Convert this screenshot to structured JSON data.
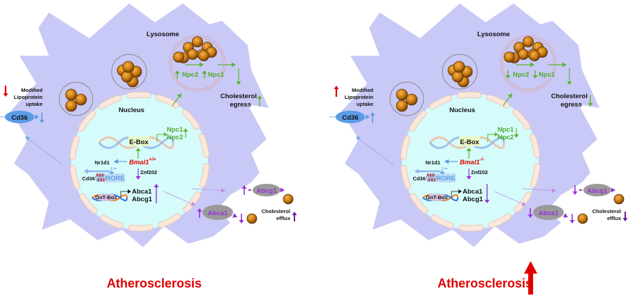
{
  "colors": {
    "cytoplasm": "#c9c9f7",
    "nucleus": "#d6fbfb",
    "envelope": "#fbe8dc",
    "lipid": "#c9780f",
    "green": "#5cb531",
    "purple": "#9b30d9",
    "blue": "#5b9be6",
    "red": "#e00000",
    "gray_oval": "#9a9a9a"
  },
  "panels": [
    {
      "id": "wildtype",
      "bmal1_label": "Bmal1",
      "bmal1_genotype": "+/+",
      "labels": {
        "lysosome": "Lysosome",
        "nucleus": "Nucleus",
        "npc2_lyso": "Npc2",
        "npc1_lyso": "Npc1",
        "cholesterol_egress_1": "Cholesterol",
        "cholesterol_egress_2": "egress",
        "modified": "Modified",
        "lipoprotein": "Lipoprotein",
        "uptake": "uptake",
        "cd36_membrane": "Cd36",
        "npc1_nuc": "Npc1",
        "npc2_nuc": "Npc2",
        "ebox": "E-Box",
        "nr1d1": "Nr1d1",
        "znf202": "Znf202",
        "cd36_nuc": "Cd36",
        "rore": "RORE",
        "gnt_box": "GnT-Box",
        "abca1_nuc": "Abca1",
        "abcg1_nuc": "Abcg1",
        "abcg1_membrane": "Abcg1",
        "abca1_membrane": "Abca1",
        "cholesterol_efflux_1": "Cholesterol",
        "cholesterol_efflux_2": "efflux"
      },
      "directions": {
        "lipoprotein_uptake": "down",
        "cd36_membrane": "down",
        "npc2_lyso": "up",
        "npc1_lyso": "up",
        "cholesterol_egress": "up",
        "npc_nuc": "up",
        "abc_nuc": "up",
        "abca1_membrane": "up",
        "abca1_after": "down",
        "abcg1_membrane": "up",
        "cholesterol_efflux": "up"
      },
      "outcome": {
        "label": "Atherosclerosis",
        "arrow": "none"
      }
    },
    {
      "id": "knockout",
      "bmal1_label": "Bmal1",
      "bmal1_genotype": "-/-",
      "labels": {
        "lysosome": "Lysosome",
        "nucleus": "Nucleus",
        "npc2_lyso": "Npc2",
        "npc1_lyso": "Npc1",
        "cholesterol_egress_1": "Cholesterol",
        "cholesterol_egress_2": "egress",
        "modified": "Modified",
        "lipoprotein": "Lipoprotein",
        "uptake": "uptake",
        "cd36_membrane": "Cd36",
        "npc1_nuc": "Npc1",
        "npc2_nuc": "Npc2",
        "ebox": "E-Box",
        "nr1d1": "Nr1d1",
        "znf202": "Znf202",
        "cd36_nuc": "Cd36",
        "rore": "RORE",
        "gnt_box": "GnT-Box",
        "abca1_nuc": "Abca1",
        "abcg1_nuc": "Abcg1",
        "abcg1_membrane": "Abcg1",
        "abca1_membrane": "Abca1",
        "cholesterol_efflux_1": "Cholesterol",
        "cholesterol_efflux_2": "efflux"
      },
      "directions": {
        "lipoprotein_uptake": "up",
        "cd36_membrane": "up",
        "npc2_lyso": "down",
        "npc1_lyso": "down",
        "cholesterol_egress": "down",
        "npc_nuc": "down",
        "abc_nuc": "down",
        "abca1_membrane": "down",
        "abca1_after": "down",
        "abcg1_membrane": "down",
        "cholesterol_efflux": "down"
      },
      "outcome": {
        "label": "Atherosclerosis",
        "arrow": "up"
      }
    }
  ]
}
